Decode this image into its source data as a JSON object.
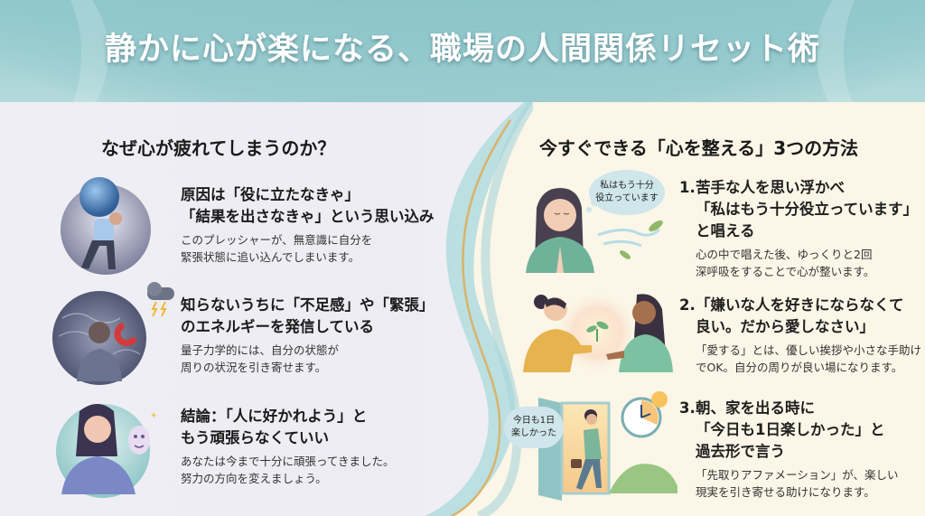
{
  "header": {
    "title": "静かに心が楽になる、職場の人間関係リセット術"
  },
  "left_section": {
    "title": "なぜ心が疲れてしまうのか？",
    "items": [
      {
        "icon": "person-carrying-heavy-ball-icon",
        "heading_line1": "原因は「役に立たなきゃ」",
        "heading_line2": "「結果を出さなきゃ」という思い込み",
        "body_line1": "このプレッシャーが、無意識に自分を",
        "body_line2": "緊張状態に追い込んでしまいます。"
      },
      {
        "icon": "person-with-magnet-and-storm-cloud-icon",
        "heading_line1": "知らないうちに「不足感」や「緊張」",
        "heading_line2": "のエネルギーを発信している",
        "body_line1": "量子力学的には、自分の状態が",
        "body_line2": "周りの状況を引き寄せます。"
      },
      {
        "icon": "woman-removing-mask-icon",
        "heading_line1": "結論：「人に好かれよう」と",
        "heading_line2": "もう頑張らなくていい",
        "body_line1": "あなたは今まで十分に頑張ってきました。",
        "body_line2": "努力の方向を変えましょう。"
      }
    ]
  },
  "right_section": {
    "title": "今すぐできる「心を整える」3つの方法",
    "items": [
      {
        "number": "1.",
        "icon": "woman-praying-with-thought-bubble-icon",
        "bubble_line1": "私はもう十分",
        "bubble_line2": "役立っています",
        "heading_line1": "苦手な人を思い浮かべ",
        "heading_line2": "「私はもう十分役立っています」",
        "heading_line3": "と唱える",
        "body_line1": "心の中で唱えた後、ゆっくりと2回",
        "body_line2": "深呼吸をすることで心が整います。"
      },
      {
        "number": "2.",
        "icon": "two-women-sharing-sprout-icon",
        "heading_line1": "「嫌いな人を好きにならなくて",
        "heading_line2": "良い。だから愛しなさい」",
        "body_line1": "「愛する」とは、優しい挨拶や小さな手助け",
        "body_line2": "でOK。自分の周りが良い場になります。"
      },
      {
        "number": "3.",
        "icon": "woman-leaving-door-with-clock-icon",
        "bubble_line1": "今日も1日",
        "bubble_line2": "楽しかった",
        "heading_line1": "朝、家を出る時に",
        "heading_line2": "「今日も1日楽しかった」と",
        "heading_line3": "過去形で言う",
        "body_line1": "「先取りアファメーション」が、楽しい",
        "body_line2": "現実を引き寄せる助けになります。"
      }
    ]
  },
  "colors": {
    "header_teal": "#97cbce",
    "left_bg": "#eeeef4",
    "right_bg": "#fbf6e7",
    "accent_gold": "#d8b46a",
    "accent_teal": "#a9d6da"
  }
}
